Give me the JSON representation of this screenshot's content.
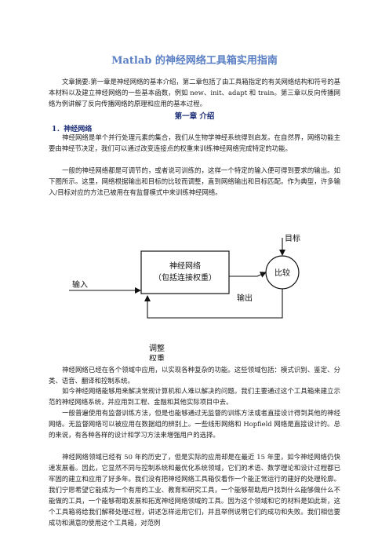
{
  "document": {
    "title": "Matlab 的神经网络工具箱实用指南",
    "abstract": "文章摘要:第一章是神经网络的基本介绍，第二章包括了由工具箱指定的有关网络结构和符号的基本材料以及建立神经网络的一些基本函数，例如 new、init、adapt 和 train。第三章以反向传播网络为例讲解了反向传播网络的原理和应用的基本过程。",
    "chapter_heading": "第一章 介绍",
    "section_heading": "1．神经网络",
    "paragraphs": [
      "神经网络是单个并行处理元素的集合，我们从生物学神经系统得到启发。在自然界，网络功能主要由神经节决定，我们可以通过改变连接点的权重来训练神经网络完成特定的功能。",
      "一般的神经网络都是可调节的，或者说可训练的，这样一个特定的输入便可得到要求的输出。如下图所示。这里，网络根据输出和目标的比较而调整，直到网络输出和目标匹配。作为典型，许多输入/目标对应的方法已被用在有监督模式中来训练神经网络。",
      "神经网络已经在各个领域中应用，以实现各种复杂的功能。这些领域包括：模式识别、鉴定、分类、语音、翻译和控制系统。",
      "如今神经网络能够用来解决常规计算机和人难以解决的问题。我们主要通过这个工具箱来建立示范的神经网络系统，并应用到工程、金融和其他实际项目中去。",
      "一般普遍使用有监督训练方法，但是也能够通过无监督的训练方法或者直接设计得到其他的神经网络。无监督网络可以被应用在数据组的辨别上。一些线形网络和 Hopfield 网络是直接设计的。总的来说，有各种各样的设计和学习方法来增强用户的选择。",
      "神经网络领域已经有 50 年的历史了，但是实际的应用却是在最近 15 年里，如今神经网络仍快速发展着。因此，它显然不同与控制系统和最优化系统领域，它们的术语、数学理论和设计过程都已牢固的建立和应用了好多年。我们没有把神经网络工具箱仅看作一个能正常运行的建好的处理轮廓。我们宁愿希望它能成为一个有用的工业、教育和研究工具，一个能够帮助用户找到什么能够做什么不能做的工具，一个能够帮助发展和拓宽神经网络领域的工具。因为这个领域和它的材料是如此新，这个工具箱将给我们解释处理过程，讲述怎样运用它们，并且举例说明它们的成功和失败。我们相信要成功和满意的使用这个工具箱，对范例"
    ]
  },
  "diagram": {
    "box_line1": "神经网络",
    "box_line2": "（包括连接权重）",
    "compare": "比较",
    "input": "输入",
    "output": "输出",
    "target": "目标",
    "adjust_line1": "调整",
    "adjust_line2": "权重"
  }
}
